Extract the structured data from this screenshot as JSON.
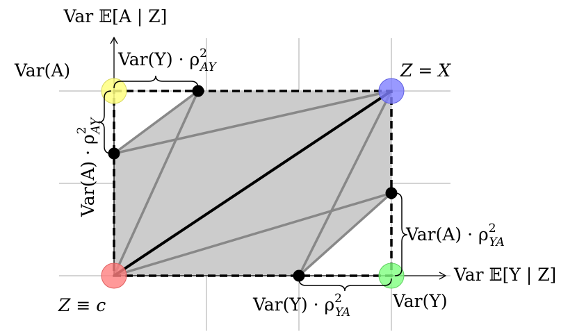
{
  "axes": {
    "x_label": "Var 𝔼[Y | Z]",
    "y_label": "Var 𝔼[A | Z]"
  },
  "corners": {
    "origin": "Z ≡ c",
    "top_right": "Z = X",
    "top_left": "Var(A)",
    "bottom_right": "Var(Y)"
  },
  "braces": {
    "top": {
      "main": "Var(Y) · ρ",
      "sup": "2",
      "sub": "AY"
    },
    "left": {
      "main": "Var(A) · ρ",
      "sup": "2",
      "sub": "AY"
    },
    "right": {
      "main": "Var(A) · ρ",
      "sup": "2",
      "sub": "YA"
    },
    "bottom": {
      "main": "Var(Y) · ρ",
      "sup": "2",
      "sub": "YA"
    }
  },
  "colors": {
    "region_fill": "#cccccc",
    "origin_circle": "#ff8080",
    "top_right_circle": "#8080ff",
    "top_left_circle": "#ffff80",
    "bottom_right_circle": "#80ff80",
    "grid": "#aaaaaa",
    "edge_gray": "#888888"
  }
}
